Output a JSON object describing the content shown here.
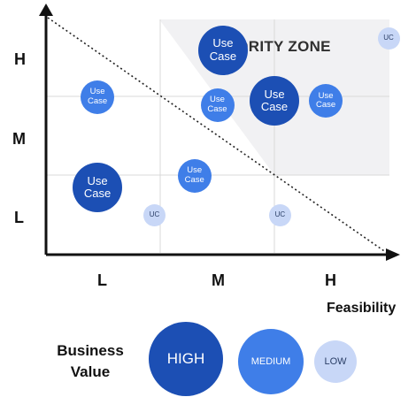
{
  "colors": {
    "high": "#1c4fb4",
    "medium": "#3f7ee8",
    "low": "#c8d7f7",
    "low_text": "#2a3e66",
    "zone": "#f1f1f3",
    "axis": "#111111",
    "grid": "#d9d9d9"
  },
  "priority_zone": {
    "label": "PRIORITY ZONE"
  },
  "y_axis": {
    "ticks": [
      "H",
      "M",
      "L"
    ]
  },
  "x_axis": {
    "ticks": [
      "L",
      "M",
      "H"
    ],
    "title": "Feasibility"
  },
  "use_cases": [
    {
      "label": "Use Case",
      "value": "HIGH",
      "feasibility": 1.55,
      "business": 2.6
    },
    {
      "label": "UC",
      "value": "LOW",
      "feasibility": 3.0,
      "business": 2.75
    },
    {
      "label": "Use Case",
      "value": "MEDIUM",
      "feasibility": 0.45,
      "business": 2.0
    },
    {
      "label": "Use Case",
      "value": "MEDIUM",
      "feasibility": 1.5,
      "business": 1.9
    },
    {
      "label": "Use Case",
      "value": "HIGH",
      "feasibility": 2.0,
      "business": 1.95
    },
    {
      "label": "Use Case",
      "value": "MEDIUM",
      "feasibility": 2.45,
      "business": 1.95
    },
    {
      "label": "Use Case",
      "value": "MEDIUM",
      "feasibility": 1.3,
      "business": 1.0
    },
    {
      "label": "Use Case",
      "value": "HIGH",
      "feasibility": 0.45,
      "business": 0.85
    },
    {
      "label": "UC",
      "value": "LOW",
      "feasibility": 0.95,
      "business": 0.5
    },
    {
      "label": "UC",
      "value": "LOW",
      "feasibility": 2.05,
      "business": 0.5
    }
  ],
  "legend": {
    "title_line1": "Business",
    "title_line2": "Value",
    "items": [
      {
        "label": "HIGH",
        "value": "HIGH"
      },
      {
        "label": "MEDIUM",
        "value": "MEDIUM"
      },
      {
        "label": "LOW",
        "value": "LOW"
      }
    ]
  }
}
